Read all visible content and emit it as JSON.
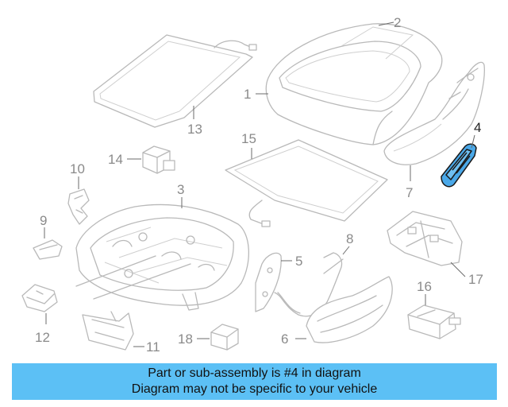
{
  "colors": {
    "highlight": "#4aa8e8",
    "banner": "#5cc0f5",
    "line": "#b9b9b9"
  },
  "callouts": {
    "c1": "1",
    "c2": "2",
    "c3": "3",
    "c4": "4",
    "c5": "5",
    "c6": "6",
    "c7": "7",
    "c8": "8",
    "c9": "9",
    "c10": "10",
    "c11": "11",
    "c12": "12",
    "c13": "13",
    "c14": "14",
    "c15": "15",
    "c16": "16",
    "c17": "17",
    "c18": "18"
  },
  "highlighted_part": "4",
  "banner": {
    "line1": "Part or sub-assembly is #4 in diagram",
    "line2": "Diagram may not be specific to your vehicle"
  }
}
